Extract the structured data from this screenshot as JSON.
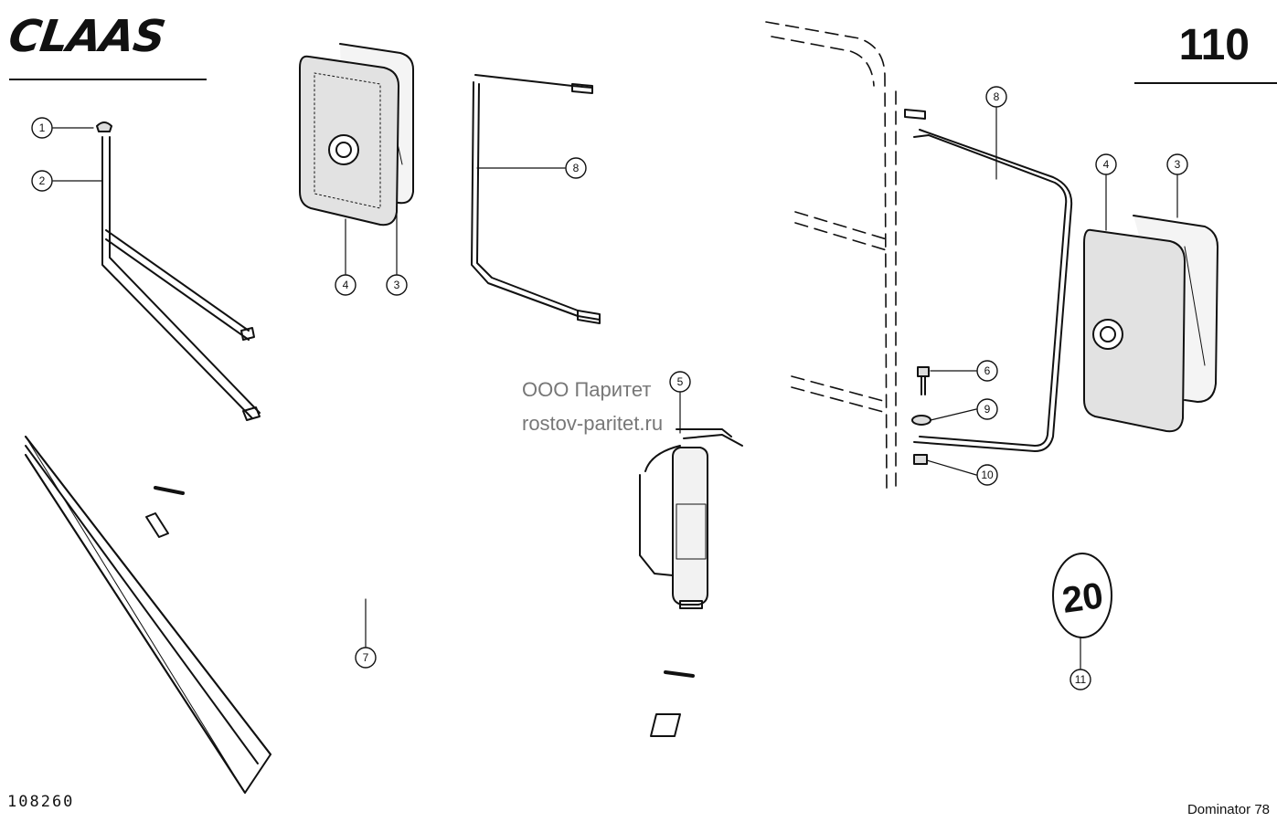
{
  "header": {
    "brand": "CLAAS",
    "page_number": "110"
  },
  "footer": {
    "document_id": "108260",
    "model": "Dominator 78"
  },
  "watermark": {
    "line1": "ООО Паритет",
    "line2": "rostov-paritet.ru"
  },
  "speed_plate": "20",
  "callouts": [
    {
      "id": "c1",
      "label": "1"
    },
    {
      "id": "c2",
      "label": "2"
    },
    {
      "id": "c4a",
      "label": "4"
    },
    {
      "id": "c3a",
      "label": "3"
    },
    {
      "id": "c8a",
      "label": "8"
    },
    {
      "id": "c5",
      "label": "5"
    },
    {
      "id": "c7",
      "label": "7"
    },
    {
      "id": "c8b",
      "label": "8"
    },
    {
      "id": "c4b",
      "label": "4"
    },
    {
      "id": "c3b",
      "label": "3"
    },
    {
      "id": "c6",
      "label": "6"
    },
    {
      "id": "c9",
      "label": "9"
    },
    {
      "id": "c10",
      "label": "10"
    },
    {
      "id": "c11",
      "label": "11"
    }
  ]
}
